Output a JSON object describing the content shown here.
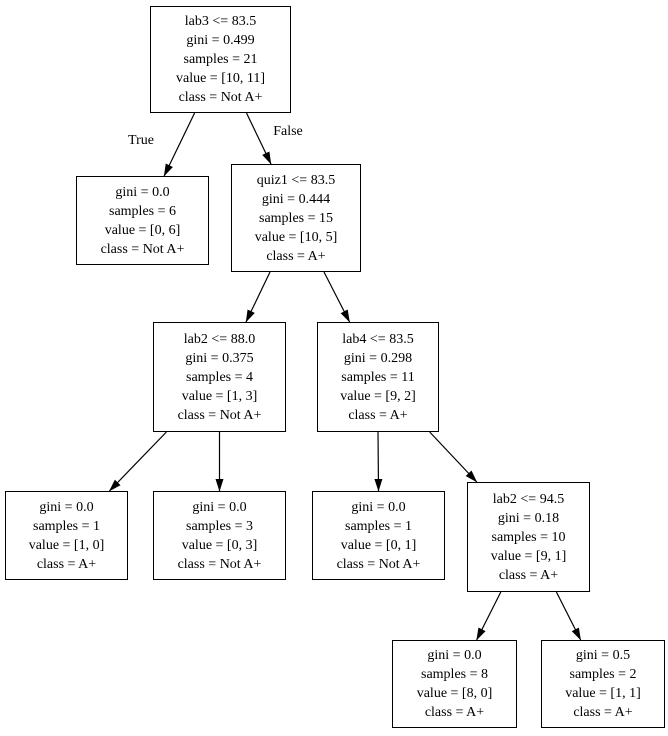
{
  "diagram": {
    "type": "decision-tree",
    "colors": {
      "background": "#ffffff",
      "node_fill": "#ffffff",
      "node_border": "#000000",
      "text": "#000000",
      "edge": "#000000"
    },
    "nodes": [
      {
        "id": "node-0",
        "lines": [
          "lab3 <= 83.5",
          "gini = 0.499",
          "samples = 21",
          "value = [10, 11]",
          "class = Not A+"
        ]
      },
      {
        "id": "node-1",
        "lines": [
          "gini = 0.0",
          "samples = 6",
          "value = [0, 6]",
          "class = Not A+"
        ]
      },
      {
        "id": "node-2",
        "lines": [
          "quiz1 <= 83.5",
          "gini = 0.444",
          "samples = 15",
          "value = [10, 5]",
          "class = A+"
        ]
      },
      {
        "id": "node-3",
        "lines": [
          "lab2 <= 88.0",
          "gini = 0.375",
          "samples = 4",
          "value = [1, 3]",
          "class = Not A+"
        ]
      },
      {
        "id": "node-4",
        "lines": [
          "lab4 <= 83.5",
          "gini = 0.298",
          "samples = 11",
          "value = [9, 2]",
          "class = A+"
        ]
      },
      {
        "id": "node-5",
        "lines": [
          "gini = 0.0",
          "samples = 1",
          "value = [1, 0]",
          "class = A+"
        ]
      },
      {
        "id": "node-6",
        "lines": [
          "gini = 0.0",
          "samples = 3",
          "value = [0, 3]",
          "class = Not A+"
        ]
      },
      {
        "id": "node-7",
        "lines": [
          "gini = 0.0",
          "samples = 1",
          "value = [0, 1]",
          "class = Not A+"
        ]
      },
      {
        "id": "node-8",
        "lines": [
          "lab2 <= 94.5",
          "gini = 0.18",
          "samples = 10",
          "value = [9, 1]",
          "class = A+"
        ]
      },
      {
        "id": "node-9",
        "lines": [
          "gini = 0.0",
          "samples = 8",
          "value = [8, 0]",
          "class = A+"
        ]
      },
      {
        "id": "node-10",
        "lines": [
          "gini = 0.5",
          "samples = 2",
          "value = [1, 1]",
          "class = A+"
        ]
      }
    ],
    "edges": [
      {
        "from": "node-0",
        "to": "node-1",
        "label": "True"
      },
      {
        "from": "node-0",
        "to": "node-2",
        "label": "False"
      },
      {
        "from": "node-2",
        "to": "node-3",
        "label": ""
      },
      {
        "from": "node-2",
        "to": "node-4",
        "label": ""
      },
      {
        "from": "node-3",
        "to": "node-5",
        "label": ""
      },
      {
        "from": "node-3",
        "to": "node-6",
        "label": ""
      },
      {
        "from": "node-4",
        "to": "node-7",
        "label": ""
      },
      {
        "from": "node-4",
        "to": "node-8",
        "label": ""
      },
      {
        "from": "node-8",
        "to": "node-9",
        "label": ""
      },
      {
        "from": "node-8",
        "to": "node-10",
        "label": ""
      }
    ]
  }
}
